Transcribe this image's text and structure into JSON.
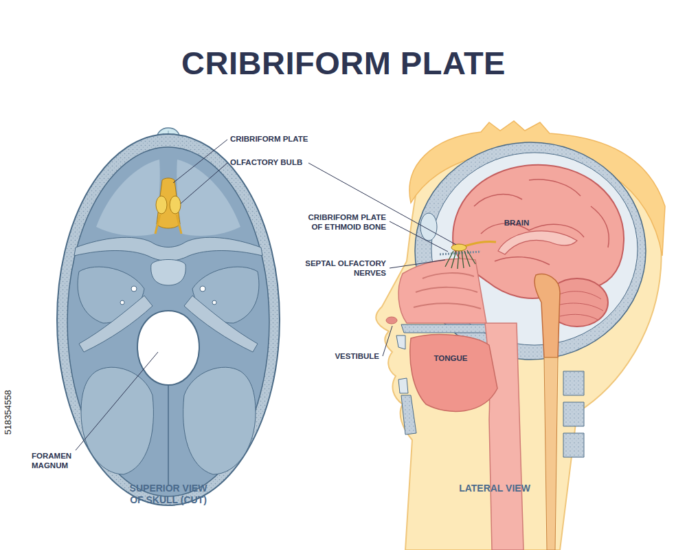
{
  "diagram": {
    "title": "CRIBRIFORM PLATE",
    "labels": [
      "CRIBRIFORM PLATE",
      "OLFACTORY BULB",
      "CRIBRIFORM PLATE OF ETHMOID BONE",
      "SEPTAL OLFACTORY NERVES",
      "VESTIBULE",
      "TONGUE",
      "BRAIN",
      "FORAMEN MAGNUM",
      "SUPERIOR VIEW OF SKULL (CUT)",
      "LATERAL VIEW",
      "518354558"
    ]
  }
}
